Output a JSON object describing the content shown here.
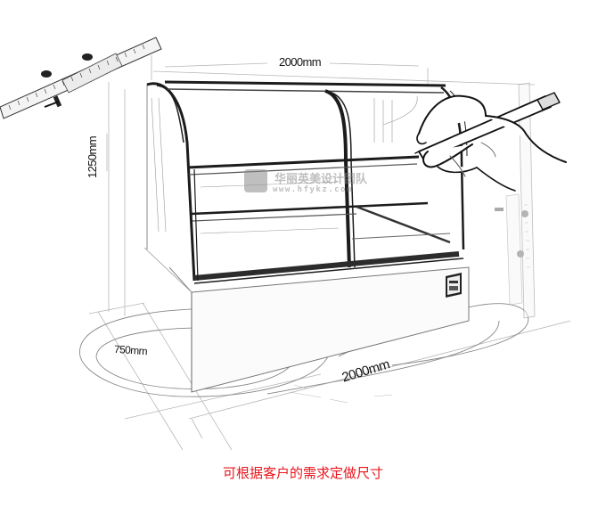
{
  "figure": {
    "subject": "curved glass cake display cabinet sketch",
    "dimensions": {
      "top_width": "2000mm",
      "height": "1250mm",
      "depth": "750mm",
      "bottom_width": "2000mm"
    },
    "watermark": {
      "name": "华丽英美设计团队",
      "url": "www.hfykz.com"
    },
    "icons": {
      "ruler_left": "vernier-caliper-icon",
      "ruler_right": "vernier-caliper-icon",
      "hand": "hand-with-pencil-icon",
      "control_panel": "temperature-display-icon"
    }
  },
  "caption": {
    "text": "可根据客户的需求定做尺寸",
    "color": "#e8141c"
  }
}
